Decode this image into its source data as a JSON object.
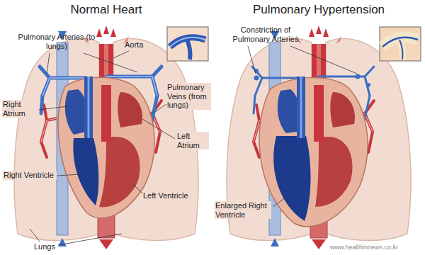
{
  "diagram": {
    "labels": [
      "Normal Heart",
      "Pulmonary Hypertension",
      "Pulmonary Arteries (to lungs)",
      "Aorta",
      "Right Atrium",
      "Pulmonary Veins (from lungs)",
      "Left Atrium",
      "Right Ventricle",
      "Left Ventricle",
      "Lungs",
      "Constriction of Pulmonary Arteries",
      "Enlarged Right Ventricle",
      "www.healthinnews.co.kr"
    ]
  }
}
